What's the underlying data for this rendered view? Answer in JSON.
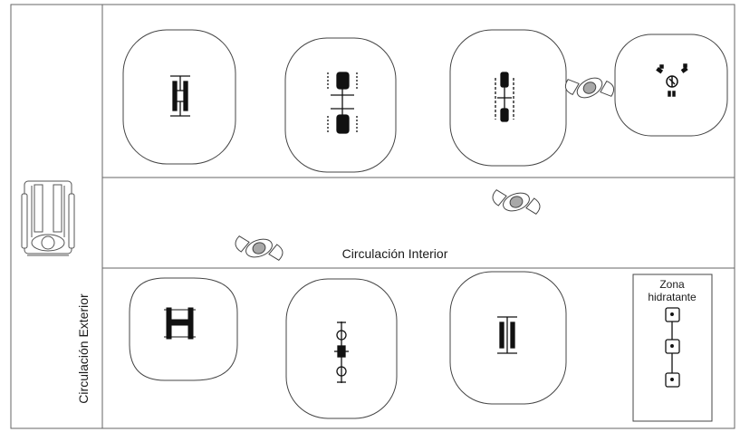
{
  "labels": {
    "exterior": "Circulación Exterior",
    "interior": "Circulación Interior",
    "hydration_line1": "Zona",
    "hydration_line2": "hidratante"
  },
  "colors": {
    "line": "#555555",
    "ink": "#1a1a1a",
    "equipment": "#111111",
    "head": "#a8a8a8"
  }
}
